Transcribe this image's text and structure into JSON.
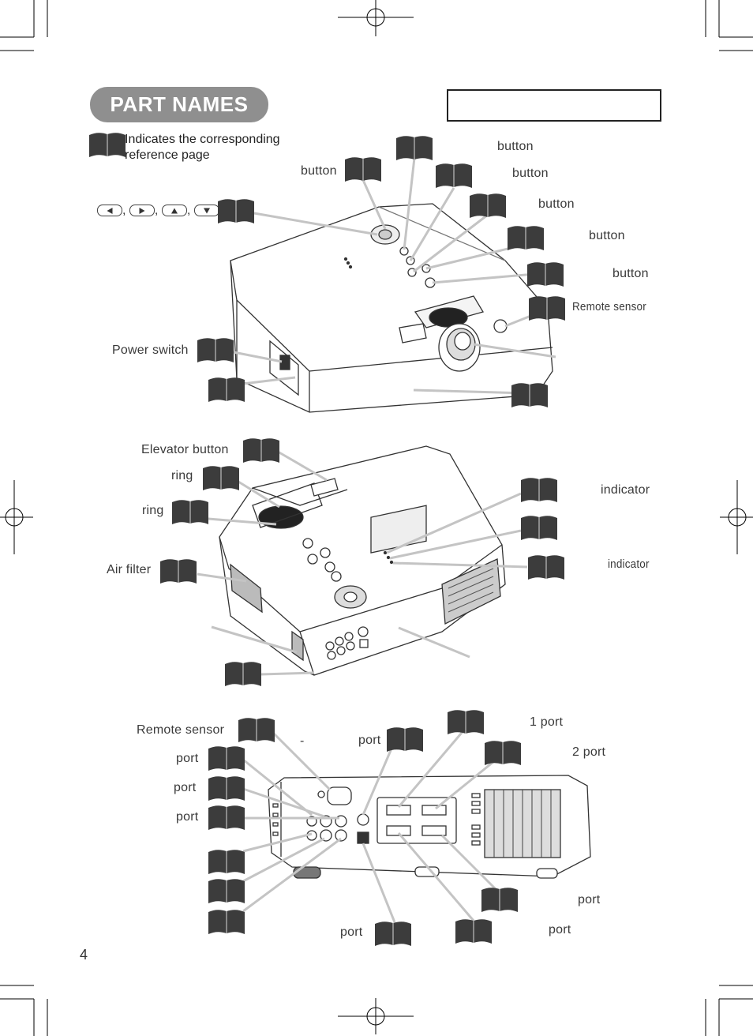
{
  "header": {
    "title": "PART NAMES",
    "title_box_text": ""
  },
  "legend": {
    "text": "Indicates the corresponding\nreference page"
  },
  "arrow_keys": {
    "separator": ","
  },
  "top_view_labels": {
    "button_1": "button",
    "button_2": "button",
    "button_3": "button",
    "button_4": "button",
    "button_5": "button",
    "button_6": "button",
    "remote_sensor": "Remote sensor",
    "power_switch": "Power switch"
  },
  "middle_view_labels": {
    "elevator_button": "Elevator button",
    "ring_1": "ring",
    "ring_2": "ring",
    "air_filter": "Air filter",
    "indicator_1": "indicator",
    "indicator_2": "indicator"
  },
  "rear_view_labels": {
    "remote_sensor": "Remote sensor",
    "dash": "-",
    "port_top": "port",
    "port_1": "1 port",
    "port_2": "2 port",
    "port_a": "port",
    "port_b": "port",
    "port_c": "port",
    "port_bottom_right_1": "port",
    "port_bottom_right_2": "port",
    "port_bottom_center": "port"
  },
  "page_number": "4",
  "colors": {
    "pill": "#8f8f8f",
    "book_icon": "#3c3c3c",
    "leader_line": "#c4c4c4"
  },
  "icons": [
    "reference-book-icon",
    "arrow-left-key-icon",
    "arrow-right-key-icon",
    "arrow-up-key-icon",
    "arrow-down-key-icon",
    "crop-mark-icon",
    "registration-mark-icon"
  ]
}
